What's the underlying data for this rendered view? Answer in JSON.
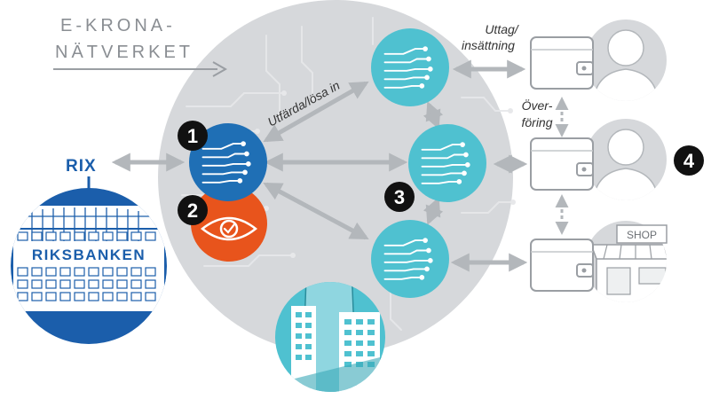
{
  "title": {
    "line1": "E-KRONA-",
    "line2": "NÄTVERKET"
  },
  "labels": {
    "rix": "RIX",
    "riksbanken": "RIKSBANKEN",
    "issue_redeem": "Utfärda/lösa in",
    "withdraw_line1": "Uttag/",
    "withdraw_line2": "insättning",
    "transfer_line1": "Över-",
    "transfer_line2": "föring",
    "shop": "SHOP"
  },
  "markers": {
    "m1": "1",
    "m2": "2",
    "m3": "3",
    "m4": "4"
  },
  "icons": {
    "riksbanken_building": "bank-building-icon",
    "node": "circuit-node-icon",
    "validator": "eye-check-icon",
    "skyscraper": "office-building-icon",
    "wallet": "wallet-icon",
    "user": "user-avatar-icon",
    "shop": "shop-storefront-icon"
  },
  "colors": {
    "network_bg": "#d6d8db",
    "central_node": "#1f6fb5",
    "validator_node": "#e8541c",
    "participant_node": "#4fc1d0",
    "riksbanken_blue": "#1b5eab",
    "arrow_grey": "#b3b7bb",
    "marker_black": "#111111"
  }
}
